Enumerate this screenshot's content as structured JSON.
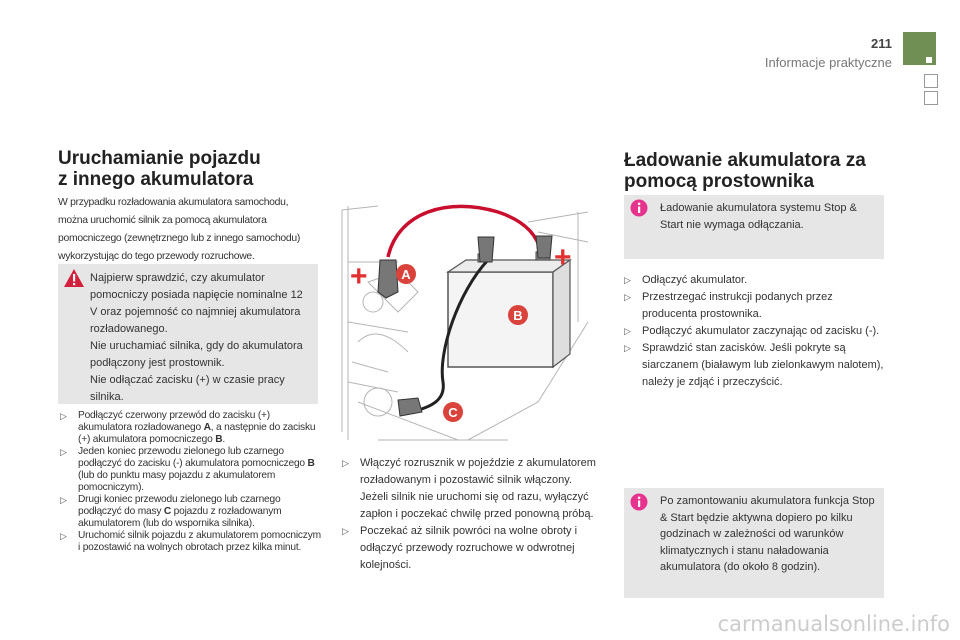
{
  "header": {
    "page_number": "211",
    "section_title": "Informacje praktyczne"
  },
  "left": {
    "title_line1": "Uruchamianie pojazdu",
    "title_line2": "z innego akumulatora",
    "intro": "W przypadku rozładowania akumulatora samochodu, można uruchomić silnik za pomocą akumulatora pomocniczego (zewnętrznego lub z innego samochodu) wykorzystując do tego przewody rozruchowe.",
    "warning": {
      "icon": "exclamation-icon",
      "line1": "Najpierw sprawdzić, czy akumulator pomocniczy posiada napięcie nominalne 12 V oraz pojemność co najmniej akumulatora rozładowanego.",
      "line2": "Nie uruchamiać silnika, gdy do akumulatora podłączony jest prostownik.",
      "line3": "Nie odłączać zacisku (+) w czasie pracy silnika."
    },
    "steps": {
      "s1_a": "Podłączyć czerwony przewód do zacisku (+) akumulatora rozładowanego ",
      "s1_b": "A",
      "s1_c": ", a następnie do zacisku (+) akumulatora pomocniczego ",
      "s1_d": "B",
      "s1_e": ".",
      "s2_a": "Jeden koniec przewodu zielonego lub czarnego podłączyć do zacisku (-) akumulatora pomocniczego ",
      "s2_b": "B",
      "s2_c": " (lub do punktu masy pojazdu z akumulatorem pomocniczym).",
      "s3_a": "Drugi koniec przewodu zielonego lub czarnego podłączyć do masy ",
      "s3_b": "C",
      "s3_c": " pojazdu z rozładowanym akumulatorem (lub do wspornika silnika).",
      "s4": "Uruchomić silnik pojazdu z akumulatorem pomocniczym i pozostawić na wolnych obrotach przez kilka minut."
    }
  },
  "middle": {
    "illustration": {
      "label_a": "A",
      "label_b": "B",
      "label_c": "C",
      "plus": "+",
      "colors": {
        "red_cable": "#c8102e",
        "badge": "#d9433b",
        "plus": "#e03030"
      }
    },
    "steps": {
      "s1_l1": "Włączyć rozrusznik w pojeździe z akumulatorem rozładowanym i pozostawić silnik włączony.",
      "s1_l2": "Jeżeli silnik nie uruchomi się od razu, wyłączyć zapłon i poczekać chwilę przed ponowną próbą.",
      "s2": "Poczekać aż silnik powróci na wolne obroty i odłączyć przewody rozruchowe w odwrotnej kolejności."
    }
  },
  "right": {
    "title_line1": "Ładowanie akumulatora za",
    "title_line2": "pomocą prostownika",
    "info_top": "Ładowanie akumulatora systemu Stop & Start nie wymaga odłączania.",
    "steps": [
      "Odłączyć akumulator.",
      "Przestrzegać instrukcji podanych przez producenta prostownika.",
      "Podłączyć akumulator zaczynając od zacisku (-).",
      "Sprawdzić stan zacisków. Jeśli pokryte są siarczanem (białawym lub zielonkawym nalotem), należy je zdjąć i przeczyścić."
    ],
    "info_bottom": "Po zamontowaniu akumulatora funkcja Stop & Start będzie aktywna dopiero po kilku godzinach w zależności od warunków klimatycznych i stanu naładowania akumulatora (do około 8 godzin)."
  },
  "footer": {
    "watermark": "carmanualsonline.info"
  },
  "theme": {
    "accent": "#6f8f55",
    "callout_bg": "#e6e6e6",
    "warn_icon": "#d21f3c",
    "info_icon": "#e6338e"
  }
}
